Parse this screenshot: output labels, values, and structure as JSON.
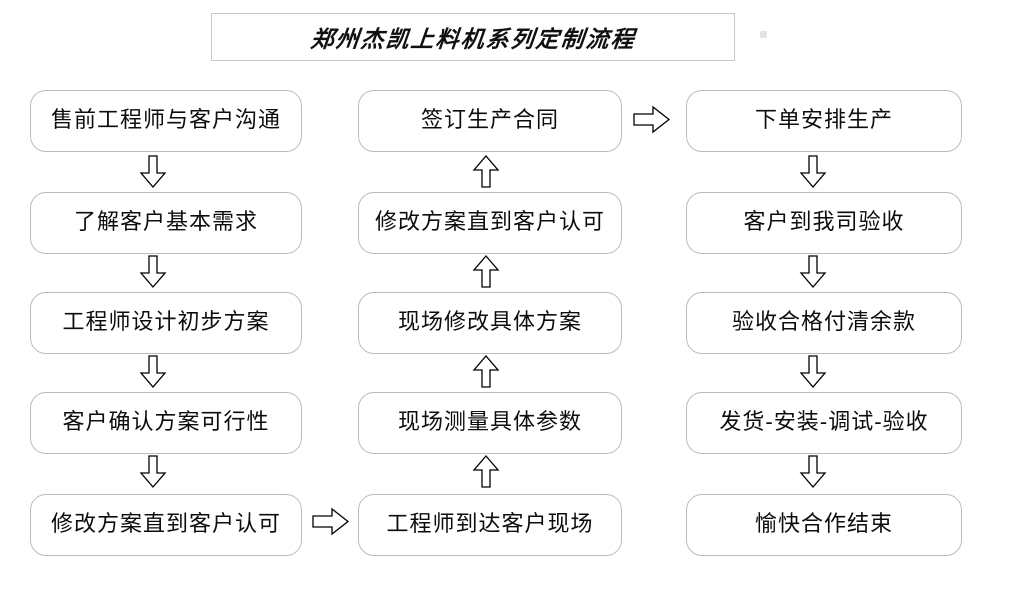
{
  "title": {
    "text": "郑州杰凯上料机系列定制流程"
  },
  "flowchart": {
    "columns": [
      {
        "id": "left",
        "direction": "down",
        "nodes": [
          {
            "label": "售前工程师与客户沟通"
          },
          {
            "label": "了解客户基本需求"
          },
          {
            "label": "工程师设计初步方案"
          },
          {
            "label": "客户确认方案可行性"
          },
          {
            "label": "修改方案直到客户认可"
          }
        ]
      },
      {
        "id": "middle",
        "direction": "up",
        "nodes": [
          {
            "label": "签订生产合同"
          },
          {
            "label": "修改方案直到客户认可"
          },
          {
            "label": "现场修改具体方案"
          },
          {
            "label": "现场测量具体参数"
          },
          {
            "label": "工程师到达客户现场"
          }
        ]
      },
      {
        "id": "right",
        "direction": "down",
        "nodes": [
          {
            "label": "下单安排生产"
          },
          {
            "label": "客户到我司验收"
          },
          {
            "label": "验收合格付清余款"
          },
          {
            "label": "发货-安装-调试-验收"
          },
          {
            "label": "愉快合作结束"
          }
        ]
      }
    ],
    "connectors": [
      {
        "name": "left-col-step-1-to-2",
        "icon": "arrow-down-icon"
      },
      {
        "name": "left-col-step-2-to-3",
        "icon": "arrow-down-icon"
      },
      {
        "name": "left-col-step-3-to-4",
        "icon": "arrow-down-icon"
      },
      {
        "name": "left-col-step-4-to-5",
        "icon": "arrow-down-icon"
      },
      {
        "name": "mid-col-step-5-to-4",
        "icon": "arrow-up-icon"
      },
      {
        "name": "mid-col-step-4-to-3",
        "icon": "arrow-up-icon"
      },
      {
        "name": "mid-col-step-3-to-2",
        "icon": "arrow-up-icon"
      },
      {
        "name": "mid-col-step-2-to-1",
        "icon": "arrow-up-icon"
      },
      {
        "name": "right-col-step-1-to-2",
        "icon": "arrow-down-icon"
      },
      {
        "name": "right-col-step-2-to-3",
        "icon": "arrow-down-icon"
      },
      {
        "name": "right-col-step-3-to-4",
        "icon": "arrow-down-icon"
      },
      {
        "name": "right-col-step-4-to-5",
        "icon": "arrow-down-icon"
      },
      {
        "name": "left-to-middle-column",
        "icon": "arrow-right-icon"
      },
      {
        "name": "middle-to-right-column",
        "icon": "arrow-right-icon"
      }
    ],
    "colors": {
      "box_border": "#bdbdbd",
      "title_border": "#c8c8c8",
      "text": "#0d0d0d",
      "arrow_stroke": "#000000",
      "background": "#ffffff"
    }
  }
}
